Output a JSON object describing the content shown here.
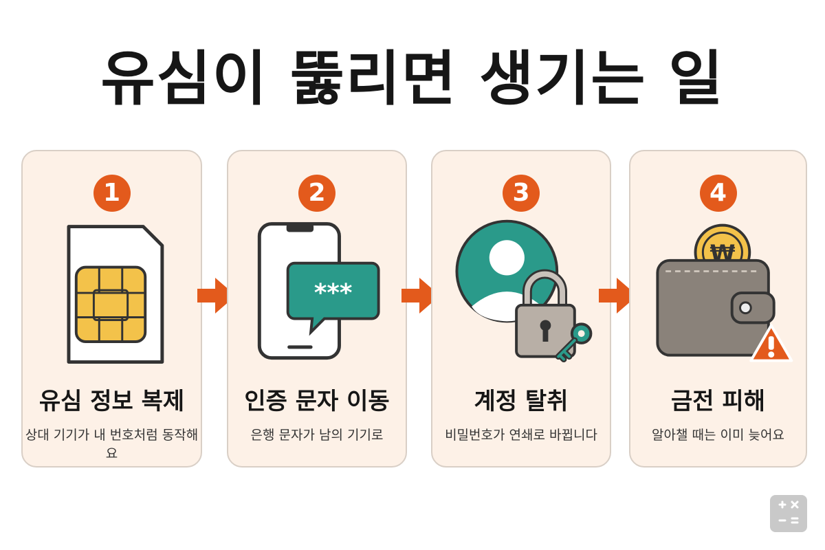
{
  "title": "유심이 뚫리면 생기는 일",
  "colors": {
    "accent": "#e35a1c",
    "card_bg": "#fdf1e7",
    "teal": "#2a9a8a",
    "gold": "#f3c24a"
  },
  "steps": [
    {
      "number": "1",
      "title": "유심 정보 복제",
      "desc": "상대 기기가 내 번호처럼 동작해요",
      "icon": "sim-card-icon"
    },
    {
      "number": "2",
      "title": "인증 문자 이동",
      "desc": "은행 문자가 남의 기기로",
      "icon": "phone-message-icon",
      "bubble_text": "***"
    },
    {
      "number": "3",
      "title": "계정 탈취",
      "desc": "비밀번호가 연쇄로 바뀝니다",
      "icon": "account-lock-icon"
    },
    {
      "number": "4",
      "title": "금전 피해",
      "desc": "알아챌 때는 이미 늦어요",
      "icon": "wallet-warning-icon",
      "coin_symbol": "₩"
    }
  ],
  "footer_icon": "calculator-icon"
}
